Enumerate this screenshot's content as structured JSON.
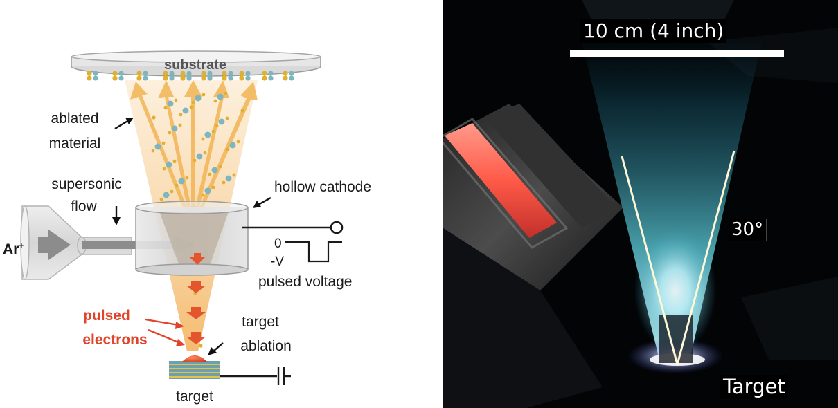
{
  "diagram": {
    "labels": {
      "substrate": "substrate",
      "ablated_line1": "ablated",
      "ablated_line2": "material",
      "supersonic_line1": "supersonic",
      "supersonic_line2": "flow",
      "hollow_cathode": "hollow cathode",
      "ar_ion": "Ar",
      "ar_sup": "+",
      "zero": "0",
      "minus_v": "-V",
      "pulsed_voltage": "pulsed voltage",
      "pulsed_line1": "pulsed",
      "pulsed_line2": "electrons",
      "target_abl_line1": "target",
      "target_abl_line2": "ablation",
      "target": "target"
    },
    "colors": {
      "plume": "#f6c98a",
      "arrow_orange": "#f3b75b",
      "electron_red": "#e4552d",
      "text_red": "#e0452b",
      "atom_blue": "#7fb5be",
      "atom_gold": "#e0b030",
      "gray_body": "#c8c8c8"
    }
  },
  "photo": {
    "scale_label": "10 cm (4 inch)",
    "angle_label": "30°",
    "target_label": "Target",
    "colors": {
      "glow": "#7fe6ee",
      "rod": "#ff6a58",
      "line": "#fff8d8"
    }
  }
}
